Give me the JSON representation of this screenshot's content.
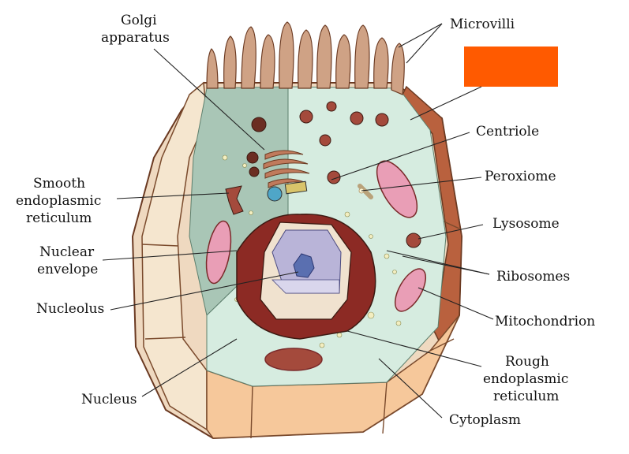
{
  "labels": {
    "golgi": [
      "Golgi",
      "apparatus"
    ],
    "microvilli": "Microvilli",
    "centriole": "Centriole",
    "peroxiome": "Peroxiome",
    "smooth_er": [
      "Smooth",
      "endoplasmic",
      "reticulum"
    ],
    "lysosome": "Lysosome",
    "nuclear_envelope": [
      "Nuclear",
      "envelope"
    ],
    "ribosomes": "Ribosomes",
    "nucleolus": "Nucleolus",
    "mitochondrion": "Mitochondrion",
    "rough_er": [
      "Rough",
      "endoplasmic",
      "reticulum"
    ],
    "nucleus": "Nucleus",
    "cytoplasm": "Cytoplasm"
  },
  "colors": {
    "hidden_label_box": "#ff5a00",
    "cytoplasm_front": "#d6ece0",
    "cytoplasm_back": "#a9c6b6",
    "membrane": "#c9936f",
    "cell_wall_outer": "#f4d2b0",
    "nucleus_dark": "#8c2a24",
    "nucleoplasm": "#b9b4d8",
    "nucleolus": "#5a6fb0",
    "organelle": "#a44a3c"
  }
}
